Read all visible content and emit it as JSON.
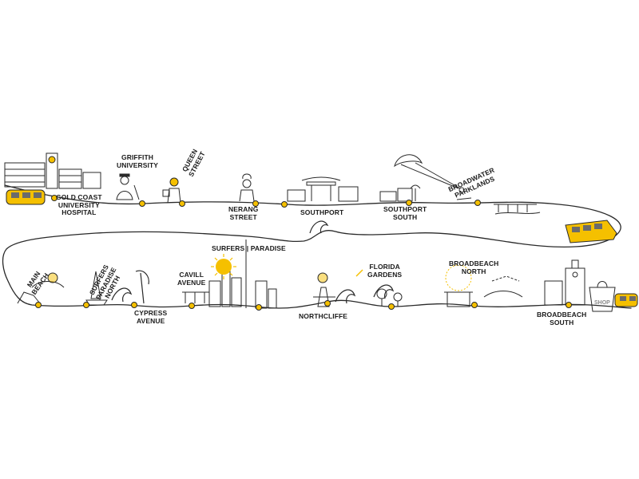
{
  "colors": {
    "stop": "#f5c000",
    "ink": "#1b1b1b",
    "line": "#2a2a2a",
    "tram_yellow": "#f5c000",
    "tram_window": "#6b6b6b"
  },
  "stations": [
    {
      "id": "gold-coast-university-hospital",
      "label": "GOLD COAST\nUNIVERSITY\nHOSPITAL"
    },
    {
      "id": "griffith-university",
      "label": "GRIFFITH\nUNIVERSITY"
    },
    {
      "id": "queen-street",
      "label": "QUEEN\nSTREET"
    },
    {
      "id": "nerang-street",
      "label": "NERANG\nSTREET"
    },
    {
      "id": "southport",
      "label": "SOUTHPORT"
    },
    {
      "id": "southport-south",
      "label": "SOUTHPORT\nSOUTH"
    },
    {
      "id": "broadwater-parklands",
      "label": "BROADWATER\nPARKLANDS"
    },
    {
      "id": "main-beach",
      "label": "MAIN\nBEACH"
    },
    {
      "id": "surfers-paradise-north",
      "label": "SURFERS\nPARADISE\nNORTH"
    },
    {
      "id": "cypress-avenue",
      "label": "CYPRESS\nAVENUE"
    },
    {
      "id": "cavill-avenue",
      "label": "CAVILL\nAVENUE"
    },
    {
      "id": "surfers-paradise",
      "label": "SURFERS  |  PARADISE"
    },
    {
      "id": "northcliffe",
      "label": "NORTHCLIFFE"
    },
    {
      "id": "florida-gardens",
      "label": "FLORIDA\nGARDENS"
    },
    {
      "id": "broadbeach-north",
      "label": "BROADBEACH\nNORTH"
    },
    {
      "id": "broadbeach-south",
      "label": "BROADBEACH\nSOUTH"
    }
  ],
  "shop_sign": "SHOP",
  "icons": [
    "hospital-building-icon",
    "graduate-icon",
    "tram-icon",
    "chinese-gate-icon",
    "kite-surfer-icon",
    "pier-icon",
    "wave-icon",
    "sailboat-icon",
    "skyscraper-icon",
    "sun-icon",
    "lighthouse-icon",
    "tree-icon",
    "shopping-bag-icon"
  ]
}
